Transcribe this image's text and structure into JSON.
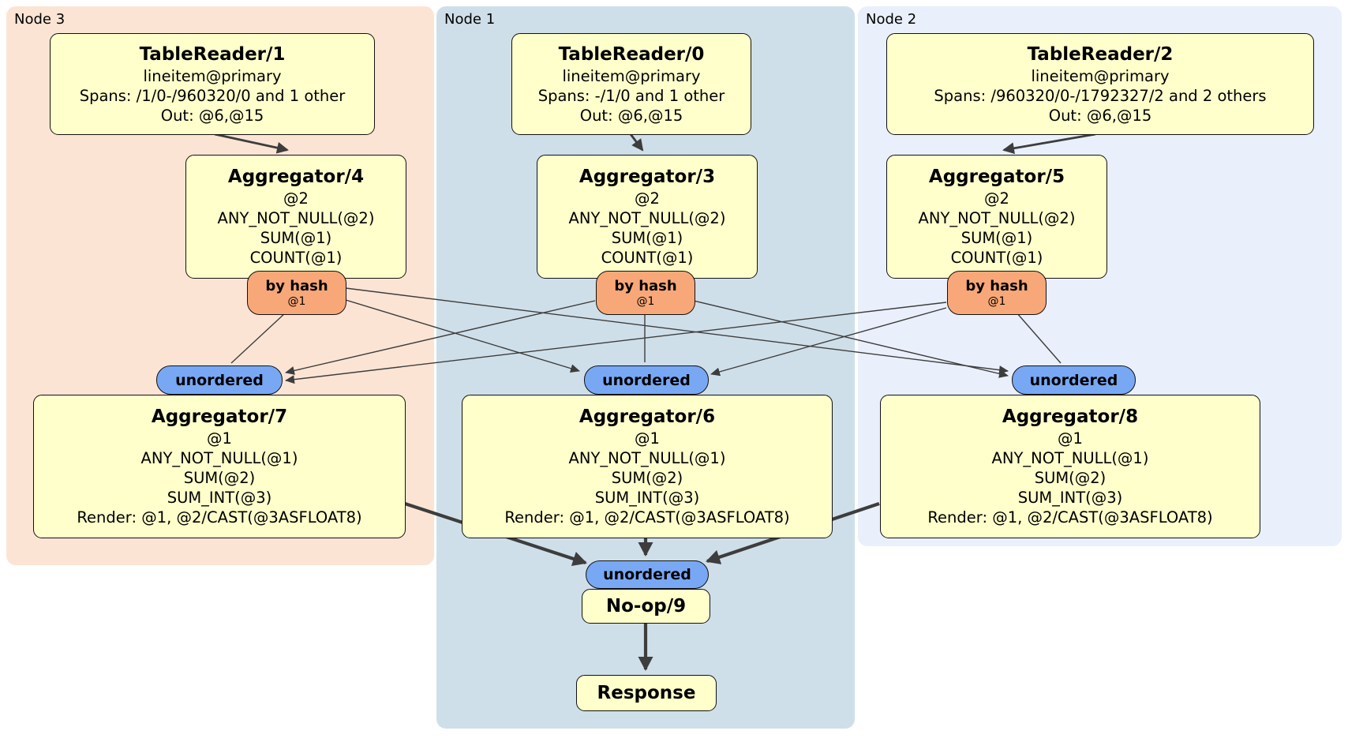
{
  "groups": {
    "node3": {
      "label": "Node 3"
    },
    "node1": {
      "label": "Node 1"
    },
    "node2": {
      "label": "Node 2"
    }
  },
  "processors": {
    "tablereader1": {
      "title": "TableReader/1",
      "lines": [
        "lineitem@primary",
        "Spans: /1/0-/960320/0 and 1 other",
        "Out: @6,@15"
      ]
    },
    "tablereader0": {
      "title": "TableReader/0",
      "lines": [
        "lineitem@primary",
        "Spans: -/1/0 and 1 other",
        "Out: @6,@15"
      ]
    },
    "tablereader2": {
      "title": "TableReader/2",
      "lines": [
        "lineitem@primary",
        "Spans: /960320/0-/1792327/2 and 2 others",
        "Out: @6,@15"
      ]
    },
    "aggregator4": {
      "title": "Aggregator/4",
      "lines": [
        "@2",
        "ANY_NOT_NULL(@2)",
        "SUM(@1)",
        "COUNT(@1)"
      ]
    },
    "aggregator3": {
      "title": "Aggregator/3",
      "lines": [
        "@2",
        "ANY_NOT_NULL(@2)",
        "SUM(@1)",
        "COUNT(@1)"
      ]
    },
    "aggregator5": {
      "title": "Aggregator/5",
      "lines": [
        "@2",
        "ANY_NOT_NULL(@2)",
        "SUM(@1)",
        "COUNT(@1)"
      ]
    },
    "aggregator7": {
      "title": "Aggregator/7",
      "lines": [
        "@1",
        "ANY_NOT_NULL(@1)",
        "SUM(@2)",
        "SUM_INT(@3)",
        "Render: @1, @2/CAST(@3ASFLOAT8)"
      ]
    },
    "aggregator6": {
      "title": "Aggregator/6",
      "lines": [
        "@1",
        "ANY_NOT_NULL(@1)",
        "SUM(@2)",
        "SUM_INT(@3)",
        "Render: @1, @2/CAST(@3ASFLOAT8)"
      ]
    },
    "aggregator8": {
      "title": "Aggregator/8",
      "lines": [
        "@1",
        "ANY_NOT_NULL(@1)",
        "SUM(@2)",
        "SUM_INT(@3)",
        "Render: @1, @2/CAST(@3ASFLOAT8)"
      ]
    },
    "noop9": {
      "title": "No-op/9"
    },
    "response": {
      "title": "Response"
    }
  },
  "routers": {
    "node3": {
      "label": "by hash",
      "detail": "@1"
    },
    "node1": {
      "label": "by hash",
      "detail": "@1"
    },
    "node2": {
      "label": "by hash",
      "detail": "@1"
    }
  },
  "synchronizers": {
    "node3": {
      "label": "unordered"
    },
    "node1": {
      "label": "unordered"
    },
    "node2": {
      "label": "unordered"
    },
    "final": {
      "label": "unordered"
    }
  },
  "colors": {
    "node3_bg": "#fce4d4",
    "node1_bg": "#cfdfe9",
    "node2_bg": "#eaf0fb",
    "processor_bg": "#ffffcc",
    "router_bg": "#f8a878",
    "synchronizer_bg": "#78a8f4",
    "edge": "#3d3d3d",
    "border": "#111111"
  }
}
